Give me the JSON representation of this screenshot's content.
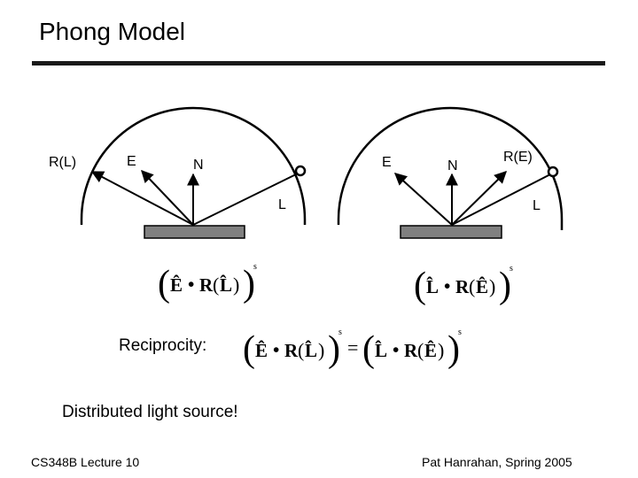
{
  "slide": {
    "title": "Phong Model",
    "reciprocity_label": "Reciprocity:",
    "distributed_label": "Distributed light source!",
    "footer_left": "CS348B Lecture 10",
    "footer_right": "Pat Hanrahan, Spring 2005"
  },
  "diagram_left": {
    "label_rl": "R(L)",
    "label_e": "E",
    "label_n": "N",
    "label_l": "L"
  },
  "diagram_right": {
    "label_e": "E",
    "label_n": "N",
    "label_re": "R(E)",
    "label_l": "L"
  },
  "formulas": {
    "left": {
      "open": "(",
      "v1": "Ê",
      "dot": "•",
      "fn": "R",
      "arg_open": "(",
      "arg": "L̂",
      "arg_close": ")",
      "close": ")",
      "exp": "s"
    },
    "right": {
      "open": "(",
      "v1": "L̂",
      "dot": "•",
      "fn": "R",
      "arg_open": "(",
      "arg": "Ê",
      "arg_close": ")",
      "close": ")",
      "exp": "s"
    },
    "equality_sign": "="
  },
  "colors": {
    "surface_fill": "#808080",
    "stroke": "#000000",
    "rule": "#1a1a1a"
  }
}
